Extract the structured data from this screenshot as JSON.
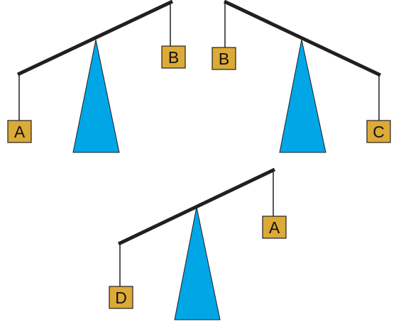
{
  "colors": {
    "beam": "#231f20",
    "fulcrum": "#00a6e6",
    "box_fill": "#dcaa36",
    "box_stroke": "#231f20",
    "background": "#ffffff"
  },
  "balances": [
    {
      "left_label": "A",
      "right_label": "B",
      "tilt": "right-side-up"
    },
    {
      "left_label": "B",
      "right_label": "C",
      "tilt": "left-side-up"
    },
    {
      "left_label": "D",
      "right_label": "A",
      "tilt": "right-side-up"
    }
  ]
}
